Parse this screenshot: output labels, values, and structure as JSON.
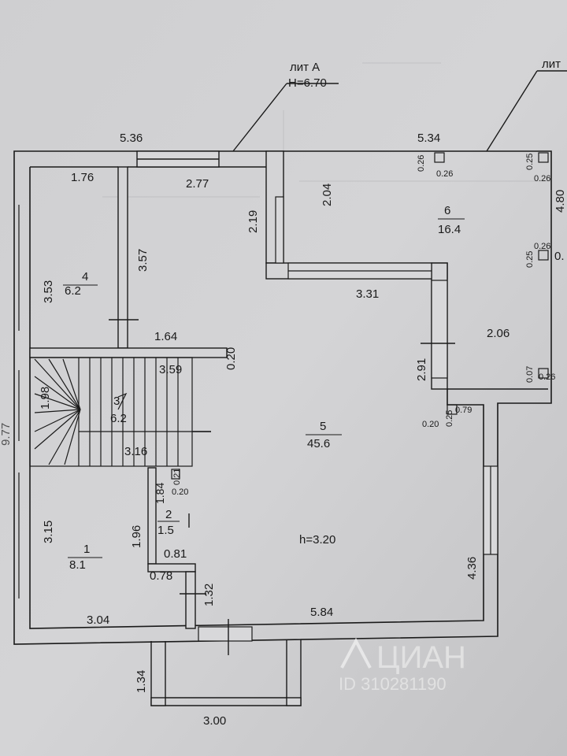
{
  "building": {
    "lit_a_label": "лит А",
    "lit_a_height": "H=6.70",
    "lit_right_label": "лит"
  },
  "rooms": [
    {
      "number": "4",
      "area": "6.2"
    },
    {
      "number": "6",
      "area": "16.4"
    },
    {
      "number": "3",
      "area": "6.2"
    },
    {
      "number": "5",
      "area": "45.6"
    },
    {
      "number": "2",
      "area": "1.5"
    },
    {
      "number": "1",
      "area": "8.1"
    }
  ],
  "ceiling_height": "h=3.20",
  "dimensions": {
    "top_left": "5.36",
    "top_right": "5.34",
    "room4_width": "1.76",
    "room4_height": "3.53",
    "corridor_width": "2.77",
    "corridor_height": "3.57",
    "wall_2_19": "2.19",
    "wall_2_04": "2.04",
    "room6_corner_a": "0.26",
    "room6_corner_b": "0.26",
    "room6_corner_c": "0.25",
    "room6_corner_d": "0.26",
    "right_4_80": "4.80",
    "room6_mid_a": "0.26",
    "room6_mid_b": "0.25",
    "room6_mid_c": "0.",
    "step_3_31": "3.31",
    "hall_1_64": "1.64",
    "hall_0_20": "0.20",
    "stair_3_59": "3.59",
    "stair_1_98": "1.98",
    "stair_3_16": "3.16",
    "room6_2_06": "2.06",
    "wall_2_91": "2.91",
    "corner_0_07": "0.07",
    "corner_0_26": "0.26",
    "corner_0_79": "0.79",
    "corner_0_20": "0.20",
    "corner_0_25": "0.25",
    "wc_1_84": "1.84",
    "wc_0_21": "0.21",
    "wc_0_20": "0.20",
    "wc_1_96": "1.96",
    "room1_3_15": "3.15",
    "right_4_36": "4.36",
    "wc_0_81": "0.81",
    "wc_0_78": "0.78",
    "wc_1_32": "1.32",
    "bottom_3_04": "3.04",
    "bottom_5_84": "5.84",
    "porch_1_34": "1.34",
    "porch_3_00": "3.00",
    "left_edge_9_77": "9.77"
  },
  "watermark": {
    "brand": "ЦИАН",
    "id": "ID 310281190"
  }
}
